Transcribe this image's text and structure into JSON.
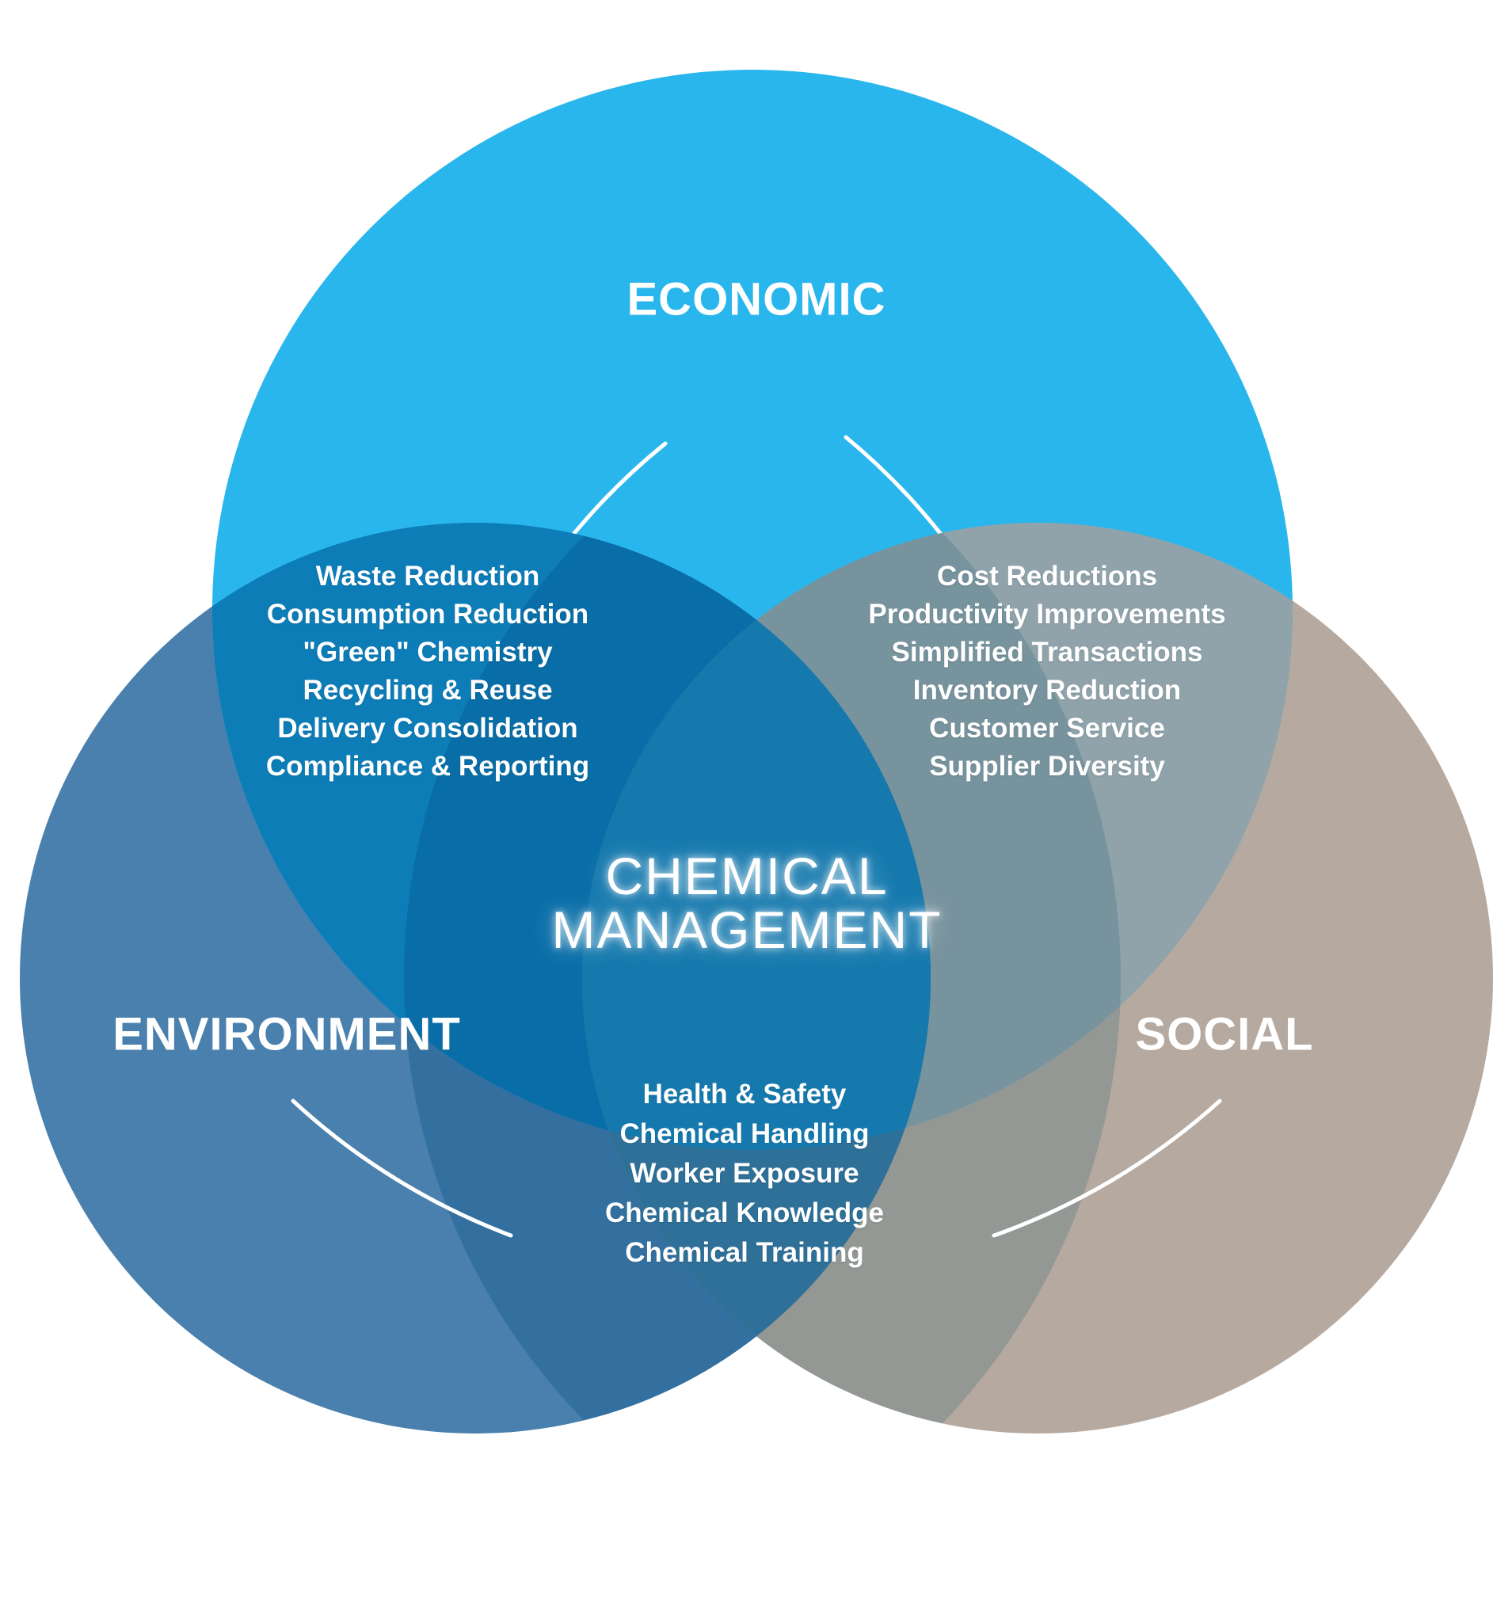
{
  "title": {
    "line1": "CHEMICAL",
    "line2": "MANAGEMENT"
  },
  "circles": {
    "economic": {
      "label": "ECONOMIC",
      "color": "#29b6ec"
    },
    "environment": {
      "label": "ENVIRONMENT",
      "color": "#4a80ad"
    },
    "social": {
      "label": "SOCIAL",
      "color": "#b5a9a0"
    }
  },
  "overlaps": {
    "economic_environment": {
      "color": "#0d7db8",
      "items": [
        "Waste Reduction",
        "Consumption Reduction",
        "\"Green\" Chemistry",
        "Recycling & Reuse",
        "Delivery Consolidation",
        "Compliance & Reporting"
      ]
    },
    "economic_social": {
      "color": "#90a3aa",
      "items": [
        "Cost Reductions",
        "Productivity Improvements",
        "Simplified Transactions",
        "Inventory Reduction",
        "Customer Service",
        "Supplier Diversity"
      ]
    },
    "environment_social": {
      "color": "#2e7098",
      "items": [
        "Health & Safety",
        "Chemical Handling",
        "Worker Exposure",
        "Chemical Knowledge",
        "Chemical Training"
      ]
    },
    "center": {
      "color": "#1579ae"
    }
  },
  "decor": {
    "arc_color": "#ffffff",
    "tint_env_side": "rgba(0,75,130,0.30)",
    "tint_soc_side": "rgba(20,85,105,0.20)",
    "background": "#ffffff"
  }
}
